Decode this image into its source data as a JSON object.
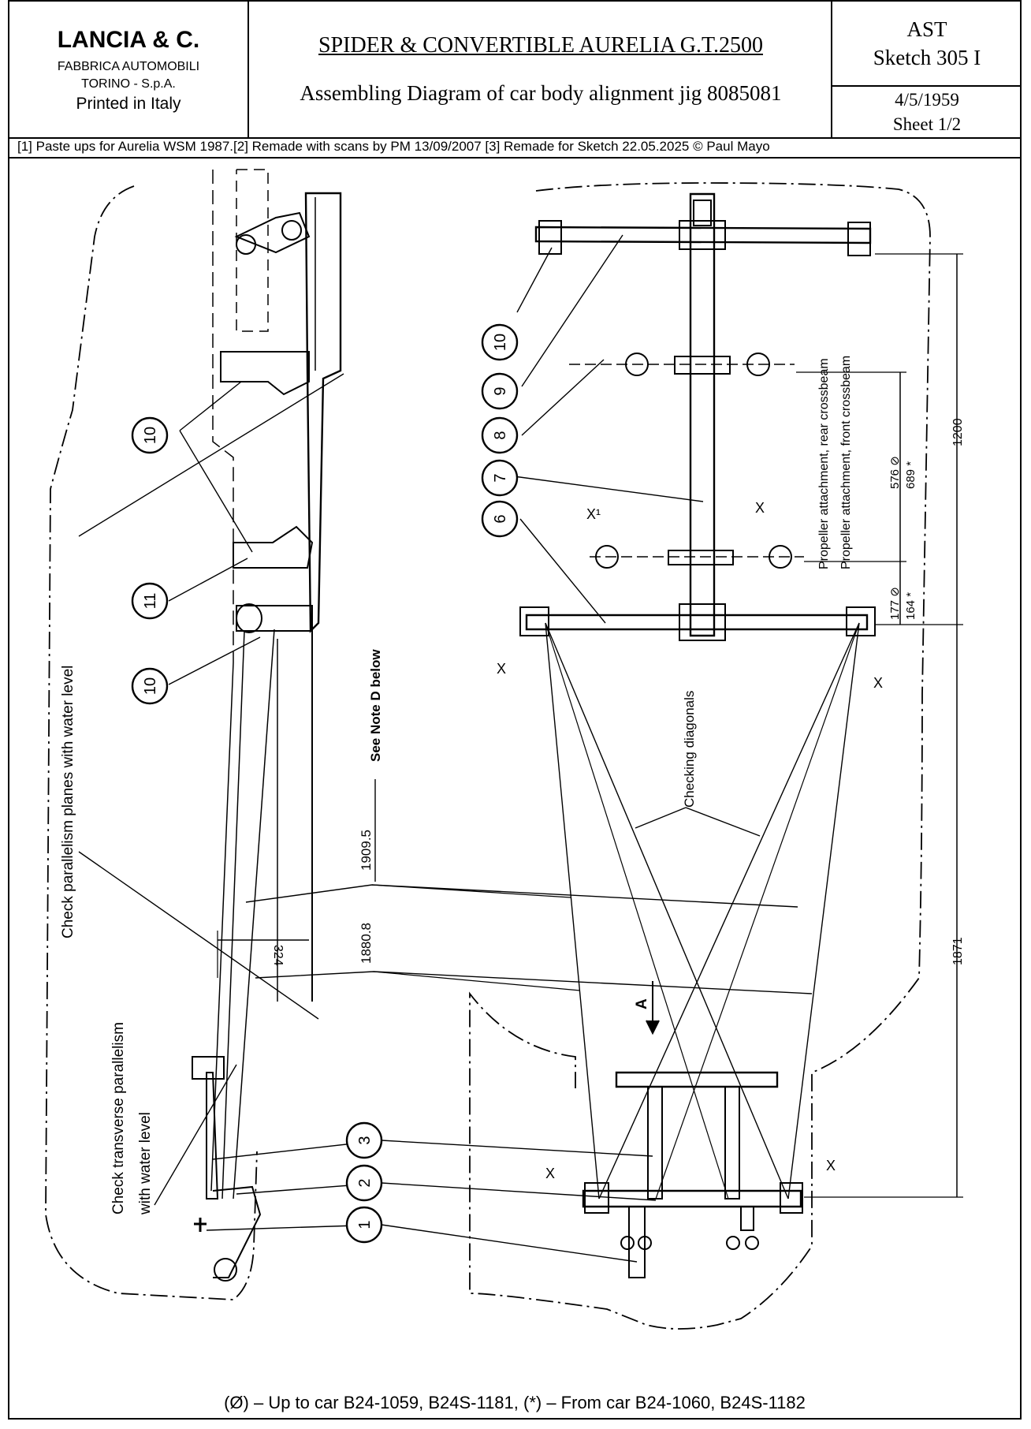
{
  "header": {
    "company": "LANCIA & C.",
    "company_line2": "FABBRICA AUTOMOBILI",
    "company_line3": "TORINO - S.p.A.",
    "company_line4": "Printed in Italy",
    "title": "SPIDER & CONVERTIBLE AURELIA G.T.2500",
    "subtitle": "Assembling Diagram of car body alignment jig 8085081",
    "ref": "AST",
    "sketch": "Sketch 305 I",
    "date": "4/5/1959",
    "sheet": "Sheet 1/2"
  },
  "notes_line": "[1] Paste ups for Aurelia WSM 1987.[2] Remade with scans by PM 13/09/2007 [3] Remade for Sketch 22.05.2025 © Paul Mayo",
  "diagram": {
    "callouts": [
      "1",
      "2",
      "3",
      "6",
      "7",
      "8",
      "9",
      "10",
      "10",
      "10",
      "11"
    ],
    "labels": {
      "check_parallelism": "Check parallelism planes with water level",
      "check_transverse": "Check transverse parallelism",
      "with_water_level": "with water level",
      "see_note": "See Note D below",
      "checking_diagonals": "Checking diagonals",
      "prop_rear": "Propeller attachment, rear crossbeam",
      "prop_front": "Propeller attachment, front crossbeam",
      "arrow_a": "A",
      "x_mark": "X",
      "x1_mark": "X¹"
    },
    "dimensions": {
      "d1909": "1909.5",
      "d1880": "1880.8",
      "d324": "324",
      "d1200": "1200",
      "d576": "576 ⊘",
      "d689": "689 *",
      "d177": "177 ⊘",
      "d164": "164 *",
      "d1871": "1871"
    }
  },
  "footer": "(Ø) – Up to car B24-1059, B24S-1181, (*) – From car B24-1060, B24S-1182"
}
